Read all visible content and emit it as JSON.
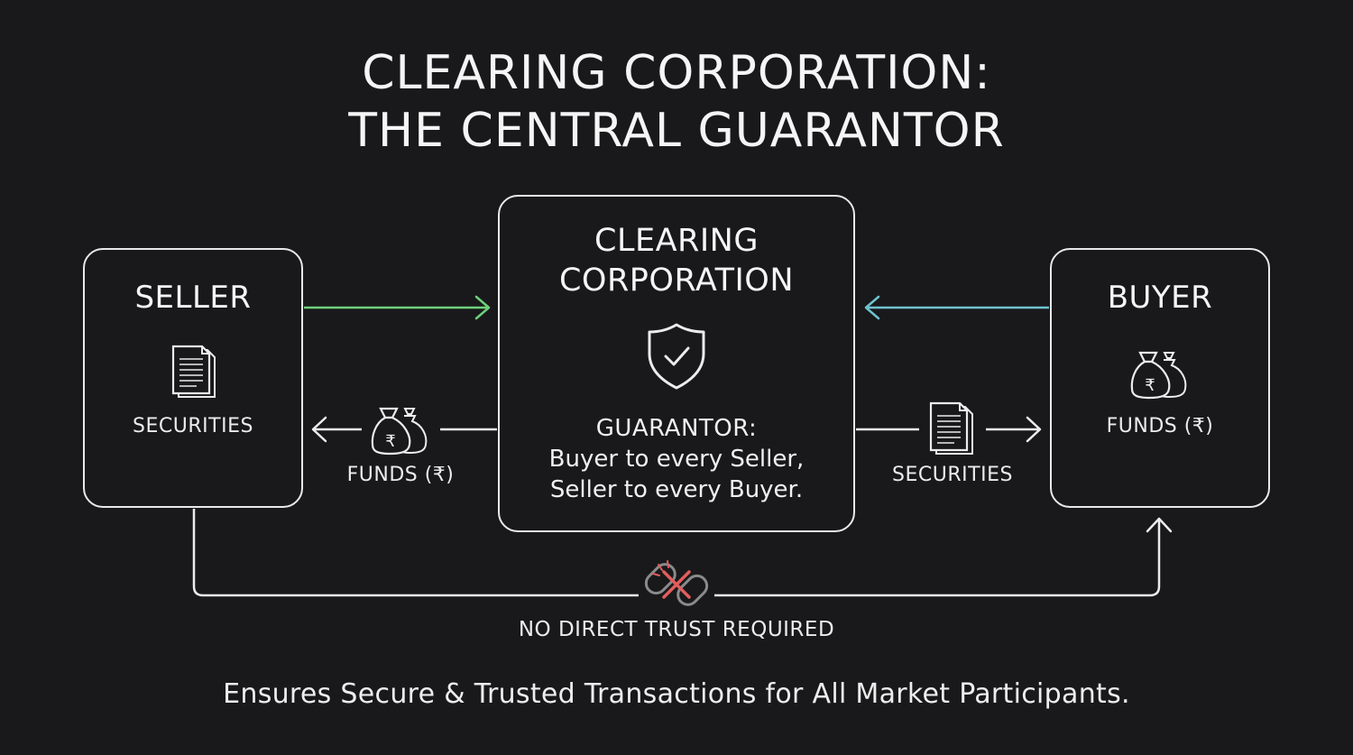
{
  "title": {
    "line1": "CLEARING CORPORATION:",
    "line2": "THE CENTRAL GUARANTOR"
  },
  "seller": {
    "title": "SELLER",
    "item": "SECURITIES",
    "icon": "document-icon"
  },
  "buyer": {
    "title": "BUYER",
    "item": "FUNDS (₹)",
    "icon": "money-bags-icon"
  },
  "clearing_corp": {
    "title_line1": "CLEARING",
    "title_line2": "CORPORATION",
    "icon": "shield-check-icon",
    "role_line1": "GUARANTOR:",
    "role_line2": "Buyer to every Seller,",
    "role_line3": "Seller to every Buyer."
  },
  "flows": {
    "funds_to_seller": "FUNDS (₹)",
    "securities_to_buyer": "SECURITIES"
  },
  "direct_link": {
    "label": "NO DIRECT TRUST REQUIRED",
    "icon": "broken-link-icon"
  },
  "footer": {
    "tagline": "Ensures Secure & Trusted Transactions for All Market Participants."
  },
  "colors": {
    "background": "#19191b",
    "seller_arrow": "#6fcf7b",
    "buyer_arrow": "#6fc3cf",
    "broken_link_x": "#e35d5d"
  }
}
